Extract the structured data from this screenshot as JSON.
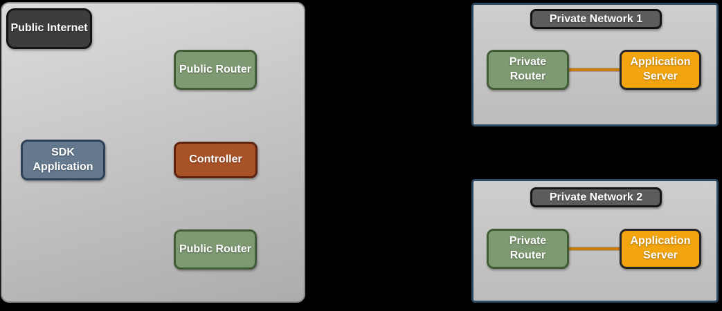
{
  "colors": {
    "page-bg": "#000000",
    "zone-fill-top": "#dcdcdc",
    "zone-fill-bottom": "#acacac",
    "zone-border": "#8a8a8a",
    "net-fill-top": "#cecece",
    "net-fill-bottom": "#bcbcbc",
    "net-border": "#2e4a63",
    "dark-fill": "#3d3d3d",
    "dark-border": "#141414",
    "green-fill": "#7e9a72",
    "green-border": "#425c38",
    "slate-fill": "#64798e",
    "slate-border": "#2e4257",
    "rust-fill": "#a85227",
    "rust-border": "#5e2410",
    "orange-fill": "#f2a50f",
    "orange-border": "#262626",
    "title-fill": "#5c5c5c",
    "title-border": "#141414",
    "link-color": "#c87d0a",
    "text-color": "#ffffff"
  },
  "public_zone": {
    "nodes": {
      "internet": "Public Internet",
      "router_top": "Public Router",
      "sdk_app": "SDK Application",
      "controller": "Controller",
      "router_bottom": "Public Router"
    }
  },
  "private_networks": [
    {
      "title": "Private Network 1",
      "router": "Private Router",
      "server": "Application Server"
    },
    {
      "title": "Private Network 2",
      "router": "Private Router",
      "server": "Application Server"
    }
  ]
}
